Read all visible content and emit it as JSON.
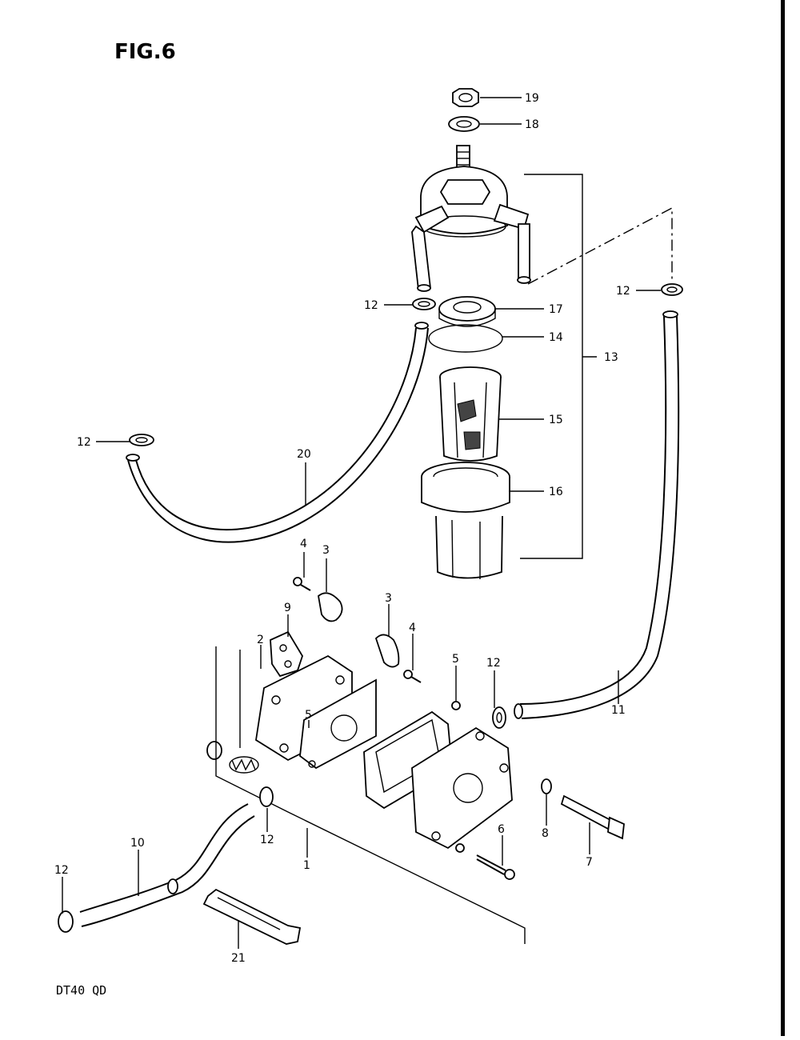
{
  "figure": {
    "title": "FIG.6",
    "model": "DT40 QD"
  },
  "callouts": [
    {
      "id": "c19",
      "label": "19"
    },
    {
      "id": "c18",
      "label": "18"
    },
    {
      "id": "c12a",
      "label": "12"
    },
    {
      "id": "c17",
      "label": "17"
    },
    {
      "id": "c14",
      "label": "14"
    },
    {
      "id": "c13",
      "label": "13"
    },
    {
      "id": "c15",
      "label": "15"
    },
    {
      "id": "c16",
      "label": "16"
    },
    {
      "id": "c12b",
      "label": "12"
    },
    {
      "id": "c12c",
      "label": "12"
    },
    {
      "id": "c20",
      "label": "20"
    },
    {
      "id": "c4a",
      "label": "4"
    },
    {
      "id": "c3a",
      "label": "3"
    },
    {
      "id": "c9",
      "label": "9"
    },
    {
      "id": "c2",
      "label": "2"
    },
    {
      "id": "c3b",
      "label": "3"
    },
    {
      "id": "c4b",
      "label": "4"
    },
    {
      "id": "c5a",
      "label": "5"
    },
    {
      "id": "c12d",
      "label": "12"
    },
    {
      "id": "c11",
      "label": "11"
    },
    {
      "id": "c5b",
      "label": "5"
    },
    {
      "id": "c12e",
      "label": "12"
    },
    {
      "id": "c6",
      "label": "6"
    },
    {
      "id": "c8",
      "label": "8"
    },
    {
      "id": "c7",
      "label": "7"
    },
    {
      "id": "c1",
      "label": "1"
    },
    {
      "id": "c10",
      "label": "10"
    },
    {
      "id": "c12f",
      "label": "12"
    },
    {
      "id": "c21",
      "label": "21"
    }
  ]
}
